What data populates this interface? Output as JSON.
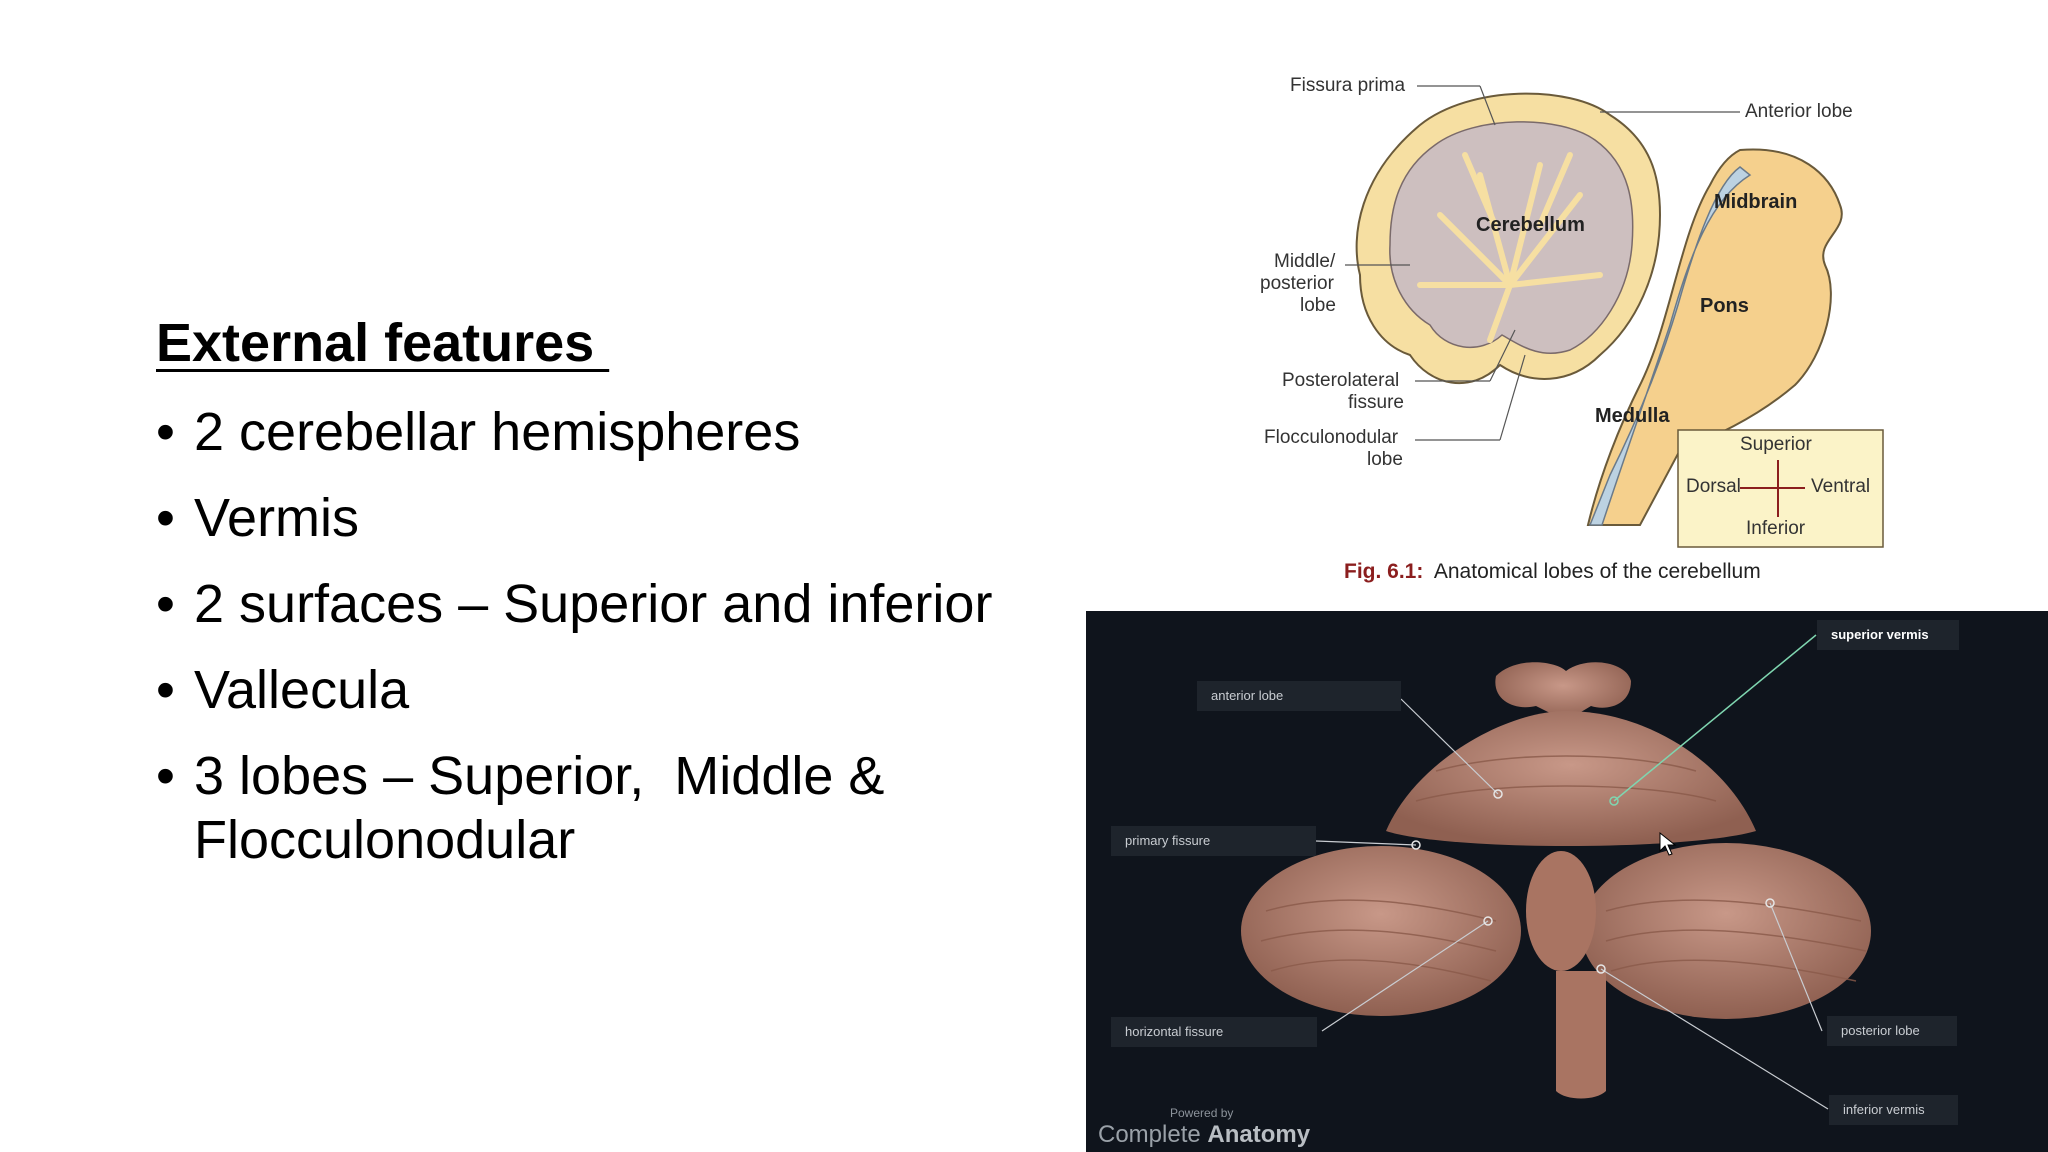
{
  "slide": {
    "heading": "External features ",
    "bullets": [
      "2 cerebellar hemispheres",
      "Vermis",
      "2 surfaces – Superior and inferior",
      "Vallecula",
      "3 lobes – Superior,  Middle & Flocculonodular"
    ],
    "bullet_glyph": "•"
  },
  "figure1": {
    "labels": {
      "fissura_prima": "Fissura prima",
      "anterior_lobe": "Anterior lobe",
      "midbrain": "Midbrain",
      "cerebellum": "Cerebellum",
      "middle_posterior_lobe_1": "Middle/",
      "middle_posterior_lobe_2": "posterior",
      "middle_posterior_lobe_3": "lobe",
      "pons": "Pons",
      "posterolateral_1": "Posterolateral",
      "posterolateral_2": "fissure",
      "flocculonodular_1": "Flocculonodular",
      "flocculonodular_2": "lobe",
      "medulla": "Medulla",
      "superior": "Superior",
      "dorsal": "Dorsal",
      "ventral": "Ventral",
      "inferior": "Inferior"
    },
    "caption_fig": "Fig. 6.1:",
    "caption_text": "Anatomical lobes of the cerebellum",
    "colors": {
      "cortex": "#f6dfa2",
      "grey": "#cdbfbf",
      "brainstem": "#f5d08d",
      "csf": "#bcd2e2"
    }
  },
  "figure2": {
    "labels": {
      "superior_vermis": "superior vermis",
      "anterior_lobe": "anterior lobe",
      "primary_fissure": "primary fissure",
      "horizontal_fissure": "horizontal fissure",
      "posterior_lobe": "posterior lobe",
      "inferior_vermis": "inferior vermis"
    },
    "powered_by": "Powered by",
    "brand_light": "Complete",
    "brand_bold": "Anatomy",
    "colors": {
      "background": "#0f141c",
      "tissue": "#b07e6c",
      "highlight": "#7fd6b0"
    }
  }
}
